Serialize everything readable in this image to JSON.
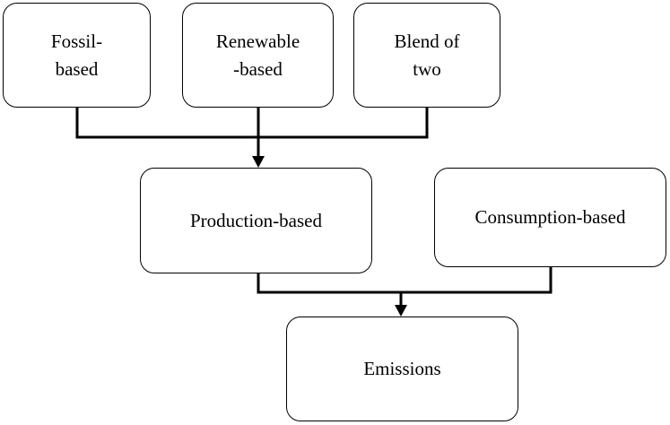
{
  "nodes": {
    "fossil": {
      "line1": "Fossil-",
      "line2": "based"
    },
    "renewable": {
      "line1": "Renewable",
      "line2": "-based"
    },
    "blend": {
      "line1": "Blend of",
      "line2": "two"
    },
    "production": {
      "label": "Production-based"
    },
    "consumption": {
      "label": "Consumption-based"
    },
    "emissions": {
      "label": "Emissions"
    }
  },
  "edges": [
    {
      "from": [
        "fossil",
        "renewable",
        "blend"
      ],
      "to": "production"
    },
    {
      "from": [
        "production",
        "consumption"
      ],
      "to": "emissions"
    }
  ]
}
